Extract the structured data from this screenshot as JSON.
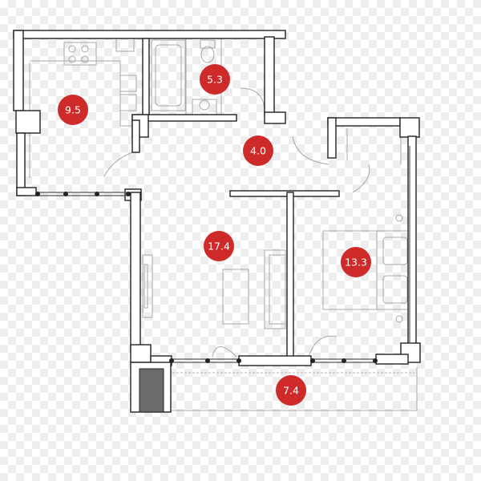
{
  "rooms": [
    {
      "id": "kitchen",
      "area": "9.5"
    },
    {
      "id": "bathroom",
      "area": "5.3"
    },
    {
      "id": "hallway",
      "area": "4.0"
    },
    {
      "id": "living-room",
      "area": "17.4"
    },
    {
      "id": "bedroom",
      "area": "13.3"
    },
    {
      "id": "balcony",
      "area": "7.4"
    }
  ],
  "colors": {
    "badge": "#cf2a2a",
    "wall": "#222222",
    "fixture": "#a9a9a9",
    "balcony_fill": "#6b6b6b"
  }
}
